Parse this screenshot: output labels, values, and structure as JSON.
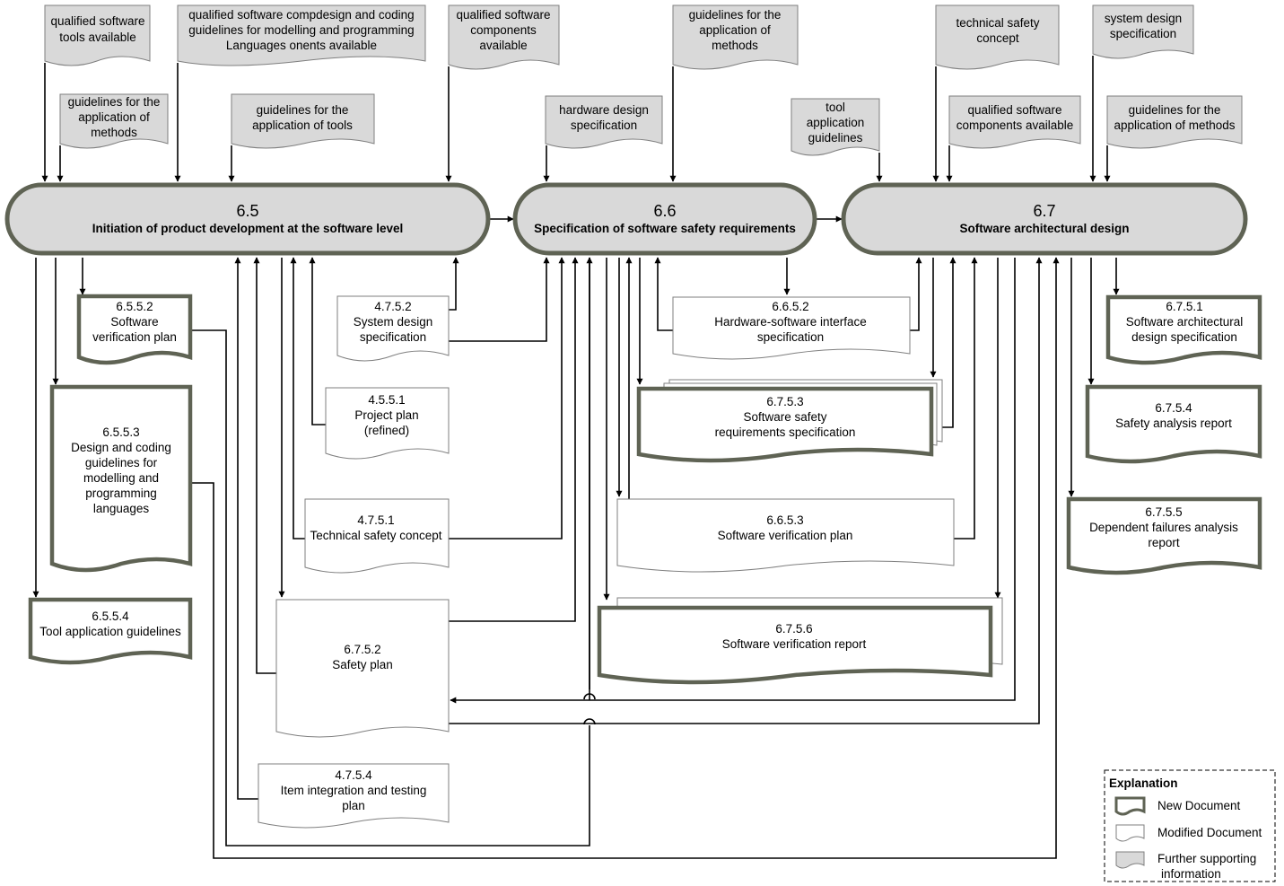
{
  "processes": {
    "p65": {
      "number": "6.5",
      "title": "Initiation of product development at the software level"
    },
    "p66": {
      "number": "6.6",
      "title": "Specification of software safety requirements"
    },
    "p67": {
      "number": "6.7",
      "title": "Software architectural design"
    }
  },
  "supporting": {
    "s1": [
      "qualified software",
      "tools available"
    ],
    "s2": [
      "qualified software compdesign and coding",
      "guidelines for modelling and programming",
      "Languages onents available"
    ],
    "s3": [
      "qualified software",
      "components",
      "available"
    ],
    "s4": [
      "guidelines for the",
      "application of",
      "methods"
    ],
    "s5": [
      "guidelines for the",
      "application of tools"
    ],
    "s6": [
      "hardware design",
      "specification"
    ],
    "s7": [
      "guidelines for the",
      "application of",
      "methods"
    ],
    "s8": [
      "tool",
      "application",
      "guidelines"
    ],
    "s9": [
      "technical safety",
      "concept"
    ],
    "s10": [
      "qualified software",
      "components available"
    ],
    "s11": [
      "system design",
      "specification"
    ],
    "s12": [
      "guidelines for the",
      "application of methods"
    ]
  },
  "documents": {
    "d6552": [
      "6.5.5.2",
      "Software",
      "verification plan"
    ],
    "d6553": [
      "6.5.5.3",
      "Design and coding",
      "guidelines for",
      "modelling and",
      "programming",
      "languages"
    ],
    "d6554": [
      "6.5.5.4",
      "Tool application guidelines"
    ],
    "d4752": [
      "4.7.5.2",
      "System design",
      "specification"
    ],
    "d4551": [
      "4.5.5.1",
      "Project plan",
      "(refined)"
    ],
    "d4751": [
      "4.7.5.1",
      "Technical safety concept"
    ],
    "d6752sp": [
      "6.7.5.2",
      "Safety plan"
    ],
    "d4754": [
      "4.7.5.4",
      "Item integration and testing",
      "plan"
    ],
    "d6652": [
      "6.6.5.2",
      "Hardware-software interface",
      "specification"
    ],
    "d6753": [
      "6.7.5.3",
      "Software safety",
      "requirements specification"
    ],
    "d6653": [
      "6.6.5.3",
      "Software verification plan"
    ],
    "d6756": [
      "6.7.5.6",
      "Software verification report"
    ],
    "d6751": [
      "6.7.5.1",
      "Software architectural",
      "design specification"
    ],
    "d6754": [
      "6.7.5.4",
      "Safety analysis report"
    ],
    "d6755": [
      "6.7.5.5",
      "Dependent failures analysis",
      "report"
    ]
  },
  "legend": {
    "title": "Explanation",
    "new_document": "New Document",
    "modified_document": "Modified  Document",
    "further_supporting": [
      "Further supporting",
      "information"
    ]
  },
  "colors": {
    "process_fill": "#d9d9d9",
    "process_border": "#5f6354",
    "supporting_fill": "#d9d9d9",
    "new_doc_border": "#5f6354"
  }
}
